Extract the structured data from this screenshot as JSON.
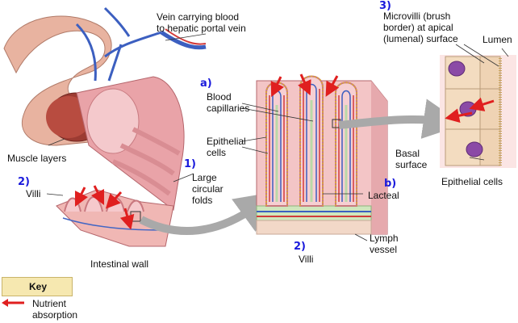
{
  "labels": {
    "vein": "Vein carrying blood\nto hepatic portal vein",
    "muscle_layers": "Muscle layers",
    "villi_left": "Villi",
    "intestinal_wall": "Intestinal wall",
    "large_folds": "Large\ncircular\nfolds",
    "blood_capillaries": "Blood\ncapillaries",
    "epithelial_cells_mid": "Epithelial\ncells",
    "lacteal": "Lacteal",
    "lymph_vessel": "Lymph\nvessel",
    "villi_mid": "Villi",
    "microvilli": "Microvilli (brush\nborder) at apical\n(lumenal) surface",
    "lumen": "Lumen",
    "basal_surface": "Basal\nsurface",
    "epithelial_cells_right": "Epithelial cells"
  },
  "markers": {
    "n1": "1)",
    "n2_left": "2)",
    "n2_mid": "2)",
    "n3": "3)",
    "a": "a)",
    "b": "b)"
  },
  "key": {
    "title": "Key",
    "item": "Nutrient\nabsorption"
  },
  "colors": {
    "tissue_pink": "#e9a3a8",
    "tissue_light": "#f4c9cc",
    "muscle_red": "#9c3b32",
    "vein_blue": "#3c5fc0",
    "artery_red": "#d23a3a",
    "lacteal_green": "#b9d9a8",
    "cell_tan": "#f3dcc0",
    "nucleus_purple": "#8b4aa6",
    "arrow_red": "#e01f1f",
    "link_gray": "#a9a9a9",
    "label_blue": "#1a1adc"
  }
}
